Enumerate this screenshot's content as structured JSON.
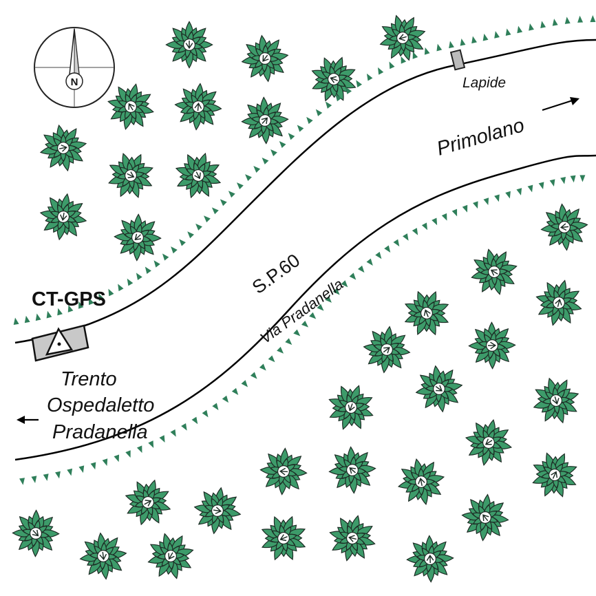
{
  "map": {
    "north_label": "N",
    "site_label": "CT-GPS",
    "road_number": "S.P.60",
    "road_name": "Via Pradanella",
    "landmark_label": "Lapide",
    "destination_east": "Primolano",
    "destinations_west": [
      "Trento",
      "Ospedaletto",
      "Pradanella"
    ]
  },
  "colors": {
    "tree_fill": "#3d9b6a",
    "tree_stroke": "#1c2b24",
    "tick": "#2f7f5a",
    "road_line": "#000000",
    "marker_fill": "#c8c8c8",
    "landmark_fill": "#bbbbbb"
  },
  "icons": [
    "compass-rose-icon",
    "gps-station-triangle-icon",
    "tree-icon",
    "arrow-right-icon",
    "arrow-left-icon"
  ]
}
